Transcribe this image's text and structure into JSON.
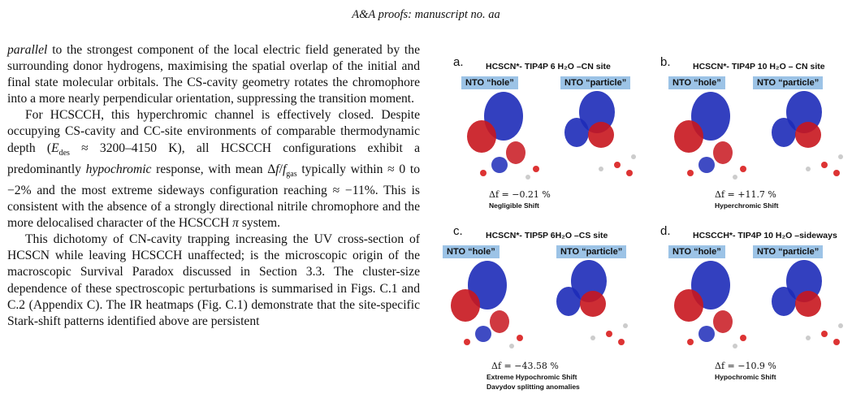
{
  "header": "A&A proofs: manuscript no. aa",
  "body": {
    "p1": [
      "",
      "parallel",
      " to the strongest component of the local electric field generated by the surrounding donor hydrogens, maximising the spatial overlap of the initial and final state molecular orbitals. The CS-cavity geometry rotates the chromophore into a more nearly perpendicular orientation, suppressing the transition moment."
    ],
    "p2": [
      "For HCSCCH, this hyperchromic channel is effectively closed. Despite occupying CS-cavity and CC-site environments of comparable thermodynamic depth (",
      "E",
      "des",
      " ≈ 3200–4150 K), all HCSCCH configurations exhibit a predominantly ",
      "hypochromic",
      " response, with mean Δ",
      "f",
      "/",
      "f",
      "gas",
      " typically within ≈ 0 to −2% and the most extreme sideways configuration reaching ≈ −11%. This is consistent with the absence of a strongly directional nitrile chromophore and the more delocalised character of the HCSCCH ",
      "π",
      " system."
    ],
    "p3": "This dichotomy of CN-cavity trapping increasing the UV cross-section of HCSCN while leaving HCSCCH unaffected; is the microscopic origin of the macroscopic Survival Paradox discussed in Section 3.3. The cluster-size dependence of these spectroscopic perturbations is summarised in Figs. C.1 and C.2 (Appendix C). The IR heatmaps (Fig. C.1) demonstrate that the site-specific Stark-shift patterns identified above are persistent"
  },
  "figure": {
    "hole_label": "NTO “hole”",
    "particle_label": "NTO “particle”",
    "colors": {
      "hole_tag": "#9cc3e6",
      "lobe_red": "#c8161e",
      "lobe_blue": "#1d2bb8"
    },
    "panels": [
      {
        "label": "a.",
        "title": "HCSCN*- TIP4P 6 H₂O –CN site",
        "shift": "Δf = −0.21 %",
        "notes": [
          "Negligible Shift"
        ]
      },
      {
        "label": "b.",
        "title": "HCSCN*- TIP4P 10 H₂O – CN site",
        "shift": "Δf = +11.7 %",
        "notes": [
          "Hyperchromic Shift"
        ]
      },
      {
        "label": "c.",
        "title": "HCSCN*- TIP5P 6H₂O –CS site",
        "shift": "Δf = −43.58 %",
        "notes": [
          "Extreme Hypochromic Shift",
          "Davydov splitting anomalies"
        ]
      },
      {
        "label": "d.",
        "title": "HCSCCH*- TIP4P 10 H₂O –sideways",
        "shift": "Δf = −10.9 %",
        "notes": [
          "Hypochromic Shift"
        ]
      }
    ]
  }
}
